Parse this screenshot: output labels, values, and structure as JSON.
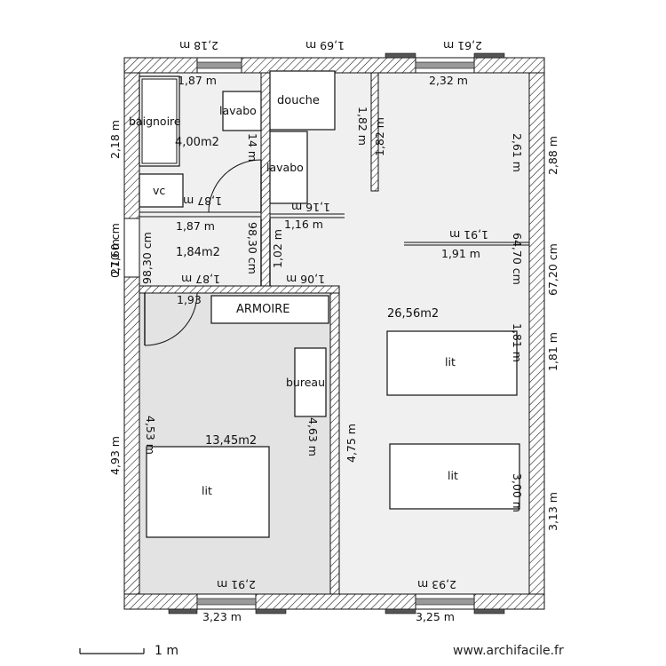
{
  "rooms": {
    "bath_area": "4,00m2",
    "hall_area": "1,84m2",
    "bedroom_small_area": "13,45m2",
    "bedroom_large_area": "26,56m2"
  },
  "furniture": {
    "baignoire": "baignoire",
    "lavabo_1": "lavabo",
    "douche": "douche",
    "lavabo_2": "lavabo",
    "vc": "vc",
    "armoire": "ARMOIRE",
    "bureau": "bureau",
    "lit_small": "lit",
    "lit_large_1": "lit",
    "lit_large_2": "lit"
  },
  "dimensions": {
    "top_218_flipped": "2,18 m",
    "top_169_flipped": "1,69 m",
    "top_261_flipped": "2,61 m",
    "d_187_a": "1,87 m",
    "d_232": "2,32 m",
    "left_218": "2,18 m",
    "d_182_a": "1,82 m",
    "d_182_b": "1,82 m",
    "d_14": "14 m",
    "d_261_v": "2,61 m",
    "d_288": "2,88 m",
    "left_2760": "27,60 cm",
    "left_010": "0,10 m",
    "d_187_flip": "1,87 m",
    "d_187_b": "1,87 m",
    "d_116_flip": "1,16 m",
    "d_116": "1,16 m",
    "d_9830_a": "98,30 cm",
    "d_9830_b": "98,30 cm",
    "d_102": "1,02 m",
    "d_191_flip": "1,91 m",
    "d_191": "1,91 m",
    "d_6470": "64,70 cm",
    "d_6720": "67,20 cm",
    "d_187_flip2": "1,87 m",
    "d_106_flip": "1,06 m",
    "d_193": "1,93",
    "d_181_a": "1,81 m",
    "d_181_b": "1,81 m",
    "left_493": "4,93 m",
    "d_453": "4,53 m",
    "d_463": "4,63 m",
    "d_475": "4,75 m",
    "d_313": "3,13 m",
    "d_300": "3,00 m",
    "bottom_291_flipped": "2,91 m",
    "bottom_293_flipped": "2,93 m",
    "bottom_323": "3,23 m",
    "bottom_325": "3,25 m"
  },
  "scale_label": "1 m",
  "watermark": "www.archifacile.fr"
}
